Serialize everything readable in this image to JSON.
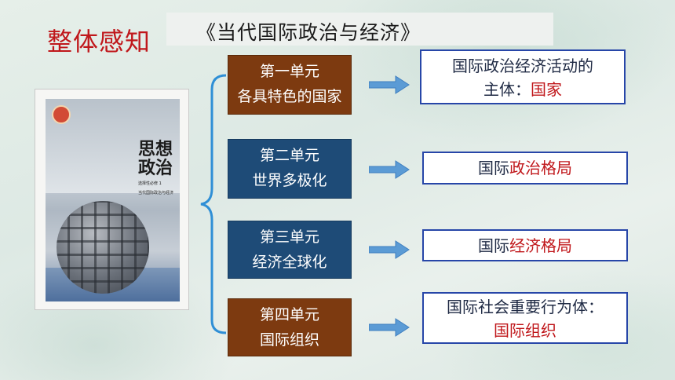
{
  "page": {
    "section_label": "整体感知",
    "title": "《当代国际政治与经济》"
  },
  "book": {
    "title": "思想政治",
    "subtitle": "选择性必修 1",
    "subtitle2": "当代国际政治与经济"
  },
  "units": [
    {
      "line1": "第一单元",
      "line2": "各具特色的国家",
      "color": "#7d3a10"
    },
    {
      "line1": "第二单元",
      "line2": "世界多极化",
      "color": "#1e4b77"
    },
    {
      "line1": "第三单元",
      "line2": "经济全球化",
      "color": "#1e4b77"
    },
    {
      "line1": "第四单元",
      "line2": "国际组织",
      "color": "#7d3a10"
    }
  ],
  "results": [
    {
      "line1": "国际政治经济活动的",
      "line2_prefix": "主体：",
      "line2_highlight": "国家"
    },
    {
      "prefix": "国际",
      "highlight": "政治格局"
    },
    {
      "prefix": "国际",
      "highlight": "经济格局"
    },
    {
      "line1": "国际社会重要行为体：",
      "line2_highlight": "国际组织"
    }
  ],
  "colors": {
    "accent_red": "#c0171b",
    "brown": "#7d3a10",
    "navy": "#1e4b77",
    "result_border": "#2746a8",
    "arrow": "#5b9bd5"
  }
}
